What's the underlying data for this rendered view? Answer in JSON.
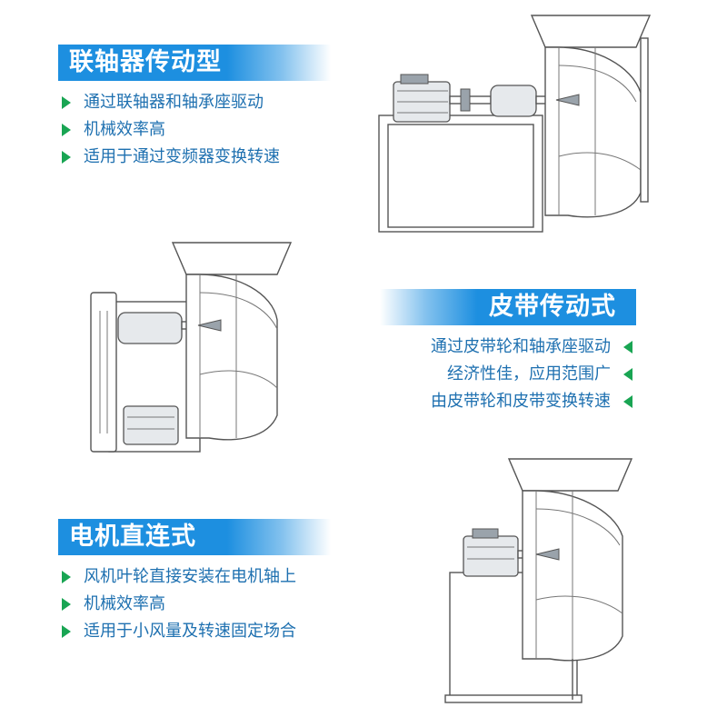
{
  "sections": [
    {
      "title": "联轴器传动型",
      "features": [
        "通过联轴器和轴承座驱动",
        "机械效率高",
        "适用于通过变频器变换转速"
      ]
    },
    {
      "title": "皮带传动式",
      "features": [
        "通过皮带轮和轴承座驱动",
        "经济性佳，应用范围广",
        "由皮带轮和皮带变换转速"
      ]
    },
    {
      "title": "电机直连式",
      "features": [
        "风机叶轮直接安装在电机轴上",
        "机械效率高",
        "适用于小风量及转速固定场合"
      ]
    }
  ],
  "colors": {
    "banner": "#1d8fe0",
    "bullet": "#19a553",
    "feature_text": "#1e70b0",
    "drawing_line": "#555555"
  }
}
